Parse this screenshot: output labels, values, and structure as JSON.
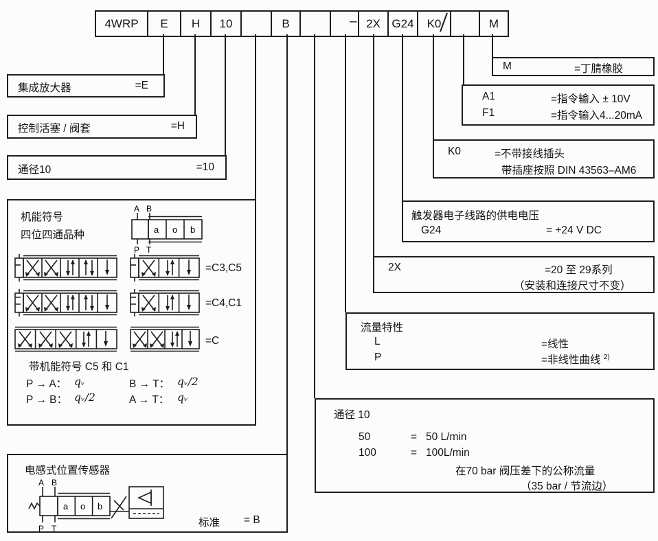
{
  "code_row": [
    "4WRP",
    "E",
    "H",
    "10",
    "",
    "B",
    "",
    "",
    "2X",
    "G24",
    "K0",
    "",
    "M"
  ],
  "separator_dash": "–",
  "mini": {
    "port_a": "A",
    "port_b": "B",
    "port_p": "P",
    "port_t": "T",
    "cells": [
      "a",
      "o",
      "b"
    ]
  },
  "boxes": {
    "amplifier": {
      "label": "集成放大器",
      "value": "=E"
    },
    "spool": {
      "label": "控制活塞 / 阀套",
      "value": "=H"
    },
    "size": {
      "label": "通径10",
      "value": "=10"
    },
    "symbols": {
      "title1": "机能符号",
      "title2": "四位四通品种",
      "rows": [
        {
          "value": "=C3,C5"
        },
        {
          "value": "=C4,C1"
        },
        {
          "value": "=C"
        }
      ],
      "note_title": "带机能符号 C5 和 C1",
      "flow_lines": [
        {
          "c1": "P → A：",
          "v1": "qᵥ",
          "c2": "B → T：",
          "v2": "qᵥ/2"
        },
        {
          "c1": "P → B：",
          "v1": "qᵥ/2",
          "c2": "A → T：",
          "v2": "qᵥ"
        }
      ]
    },
    "sensor": {
      "title": "电感式位置传感器",
      "standard_label": "标准",
      "value": "= B"
    },
    "seal": {
      "code": "M",
      "value": "=丁腈橡胶"
    },
    "command": {
      "rows": [
        {
          "code": "A1",
          "value": "=指令输入 ± 10V"
        },
        {
          "code": "F1",
          "value": "=指令输入4...20mA"
        }
      ]
    },
    "connector": {
      "code": "K0",
      "line1": "=不带接线插头",
      "line2": "带插座按照 DIN 43563–AM6"
    },
    "supply": {
      "title": "触发器电子线路的供电电压",
      "code": "G24",
      "value": "= +24 V DC"
    },
    "series": {
      "code": "2X",
      "line1": "=20 至 29系列",
      "line2": "（安装和连接尺寸不变）"
    },
    "flow_char": {
      "title": "流量特性",
      "rows": [
        {
          "code": "L",
          "value": "=线性",
          "sup": ""
        },
        {
          "code": "P",
          "value": "=非线性曲线",
          "sup": "2)"
        }
      ]
    },
    "flow": {
      "title": "通径 10",
      "rows": [
        {
          "code": "50",
          "eq": "=",
          "value": "50 L/min"
        },
        {
          "code": "100",
          "eq": "=",
          "value": "100L/min"
        }
      ],
      "note1": "在70 bar 阀压差下的公称流量",
      "note2": "（35 bar / 节流边）"
    }
  }
}
